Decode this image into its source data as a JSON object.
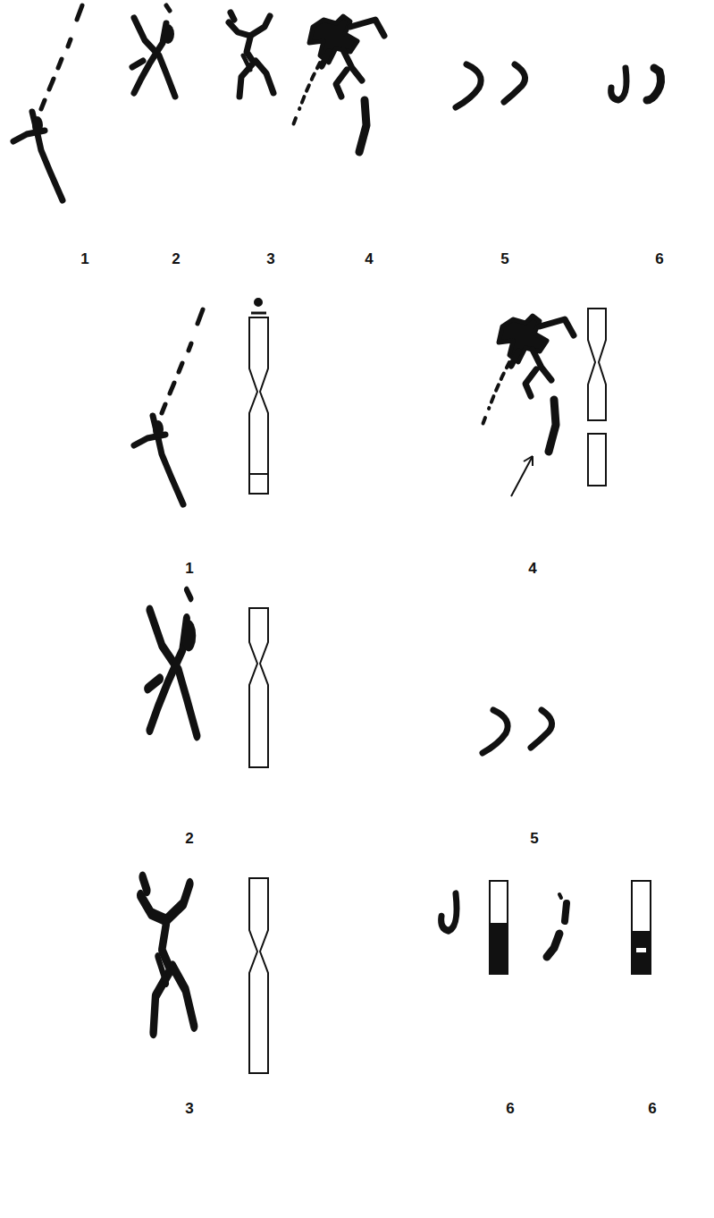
{
  "diagram": {
    "labels": [
      "1",
      "2",
      "3",
      "4",
      "5",
      "6",
      "1",
      "4",
      "2",
      "5",
      "3",
      "6",
      "6"
    ]
  }
}
